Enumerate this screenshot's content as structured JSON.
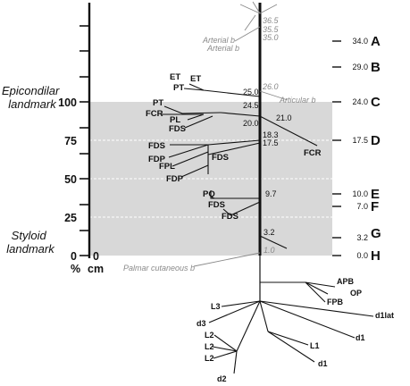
{
  "landmarks": {
    "epicondilar": [
      "Epicondilar",
      "landmark"
    ],
    "styloid": [
      "Styloid",
      "landmark"
    ]
  },
  "axis": {
    "percent_ticks": [
      "100",
      "75",
      "50",
      "25",
      "0"
    ],
    "zero_cm": "0",
    "percent_unit": "%",
    "cm_unit": "cm"
  },
  "right_scale": [
    {
      "value": "34.0",
      "letter": "A"
    },
    {
      "value": "29.0",
      "letter": "B"
    },
    {
      "value": "24.0",
      "letter": "C"
    },
    {
      "value": "17.5",
      "letter": "D"
    },
    {
      "value": "10.0",
      "letter": "E"
    },
    {
      "value": "7.0",
      "letter": "F"
    },
    {
      "value": "3.2",
      "letter": "G"
    },
    {
      "value": "0.0",
      "letter": "H"
    }
  ],
  "trunk_values": {
    "v365": "36.5",
    "v355": "35.5",
    "v350": "35.0",
    "v260": "26.0",
    "v250": "25.0",
    "v245": "24.5",
    "v210": "21.0",
    "v200": "20.0",
    "v183": "18.3",
    "v175": "17.5",
    "v97": "9.7",
    "v32": "3.2",
    "v10": "1.0"
  },
  "gray_labels": {
    "arterial1": "Arterial b",
    "arterial2": "Arterial b",
    "articular": "Articular b",
    "palmar": "Palmar cutaneous b"
  },
  "branch_labels": {
    "et1": "ET",
    "et2": "ET",
    "pt1": "PT",
    "pt2": "PT",
    "fcr_left": "FCR",
    "pl": "PL",
    "fds1": "FDS",
    "fcr_right": "FCR",
    "fds2": "FDS",
    "fdp1": "FDP",
    "fpl": "FPL",
    "fds3": "FDS",
    "fdp2": "FDP",
    "pq": "PQ",
    "fds4": "FDS",
    "fds5": "FDS"
  },
  "nerve_labels": {
    "apb": "APB",
    "op": "OP",
    "fpb": "FPB",
    "d1lat": "d1lat",
    "l3": "L3",
    "d3": "d3",
    "l2a": "L2",
    "l2b": "L2",
    "l2c": "L2",
    "l1": "L1",
    "d1a": "d1",
    "d1b": "d1",
    "d2": "d2"
  },
  "colors": {
    "band": "#d8d8d8",
    "gray_text": "#8a8a8a",
    "ink": "#111111"
  }
}
